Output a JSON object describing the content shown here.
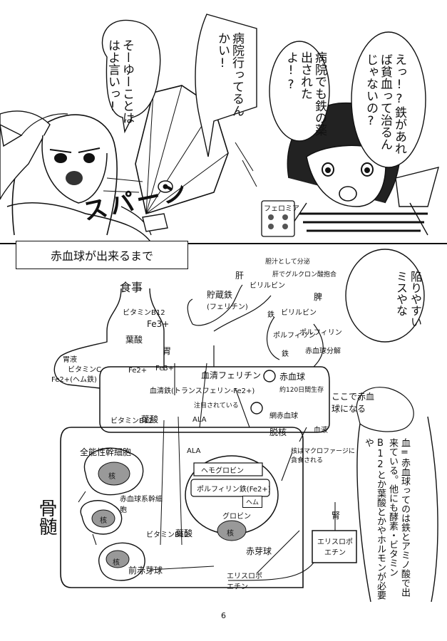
{
  "manga": {
    "bubble_right_top": "えっ!?鉄があれば貧血って治るんじゃないの?",
    "bubble_mid": "病院でも鉄の薬出されたよ!?",
    "bubble_fan": "病院行ってるんかい!",
    "bubble_left": "そーゆーことははよ言いっ!",
    "sfx_spa": "スパーン",
    "pill_label": "フェロミア"
  },
  "diagram": {
    "title": "赤血球が出来るまで",
    "labels": {
      "meal": "食事",
      "vitB12_top": "ビタミンB12",
      "folate_top": "葉酸",
      "fe3": "Fe3+",
      "stomach": "胃",
      "gastric_juice": "胃液",
      "vitC": "ビタミンC",
      "fe2_heme": "Fe2+(ヘム鉄)",
      "fe2_a": "Fe2+",
      "fe3_a": "Fe3+",
      "liver": "肝",
      "stored_iron": "貯蔵鉄",
      "ferritin_paren": "(フェリチン)",
      "bilirubin_top": "ビリルビン",
      "bile_note": "胆汁として分泌",
      "glucuronide": "肝でグルクロン酸抱合",
      "spleen": "脾",
      "iron_mid": "鉄",
      "bilirubin_mid": "ビリルビン",
      "porphyrin_l": "ポルフィリン",
      "porphyrin_r": "ポルフィリン",
      "iron_bottom": "鉄",
      "rbc_break": "赤血球分解",
      "serum_ferritin": "血清フェリチン",
      "serum_iron": "血清鉄(トランスフェリン-Fe2+)",
      "rbc": "赤血球",
      "rbc_life": "約120日間生存",
      "attention": "注目されている",
      "reticulocyte": "網赤血球",
      "blood": "血液",
      "ala_top": "ALA",
      "ala_bottom": "ALA",
      "vitB12_mid": "ビタミンB12",
      "folate_mid": "葉酸",
      "marrow": "骨髄",
      "stem_cell": "全能性幹細胞",
      "nucleus_1": "核",
      "rbc_stem": "赤血球系幹細胞",
      "nucleus_2": "核",
      "nucleus_3": "核",
      "nucleus_4": "核",
      "hemoglobin": "ヘモグロビン",
      "porphyrin_iron": "ポルフィリン鉄(Fe2+)",
      "heme": "ヘム",
      "globin": "グロビン",
      "vitB12_low": "ビタミンB12",
      "folate_low": "葉酸",
      "erythroblast": "赤芽球",
      "proerythroblast": "前赤芽球",
      "epo_low": "エリスロポエチン",
      "enucleation": "脱核",
      "macrophage_note": "核はマクロファージに貪食される",
      "kidney": "腎",
      "epo_box": "エリスロポエチン",
      "here_note": "ここで赤血球になる"
    }
  },
  "bubbles_right": {
    "easy_mistake": "陥りやすいミスやな",
    "explanation": "血=赤血球ってのは鉄とアミノ酸で出来ている。他にも酵素・ビタミンB12とか葉酸とかやホルモンが必要や"
  },
  "page_number": "6"
}
